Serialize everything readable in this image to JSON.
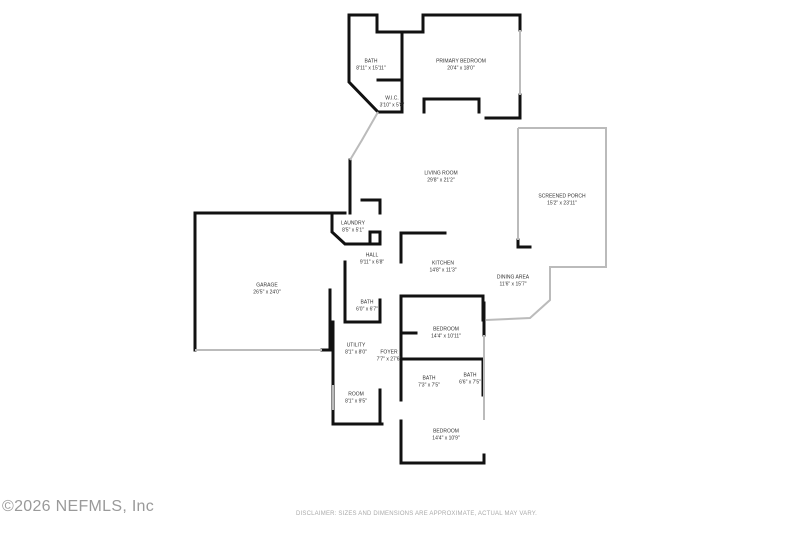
{
  "rooms": [
    {
      "name": "BATH",
      "dims": "8'11\" x 15'11\""
    },
    {
      "name": "PRIMARY BEDROOM",
      "dims": "20'4\" x 18'0\""
    },
    {
      "name": "W.I.C.",
      "dims": "3'10\" x 5'8\""
    },
    {
      "name": "LIVING ROOM",
      "dims": "29'8\" x 21'2\""
    },
    {
      "name": "SCREENED PORCH",
      "dims": "15'2\" x 23'11\""
    },
    {
      "name": "LAUNDRY",
      "dims": "8'5\" x 5'1\""
    },
    {
      "name": "HALL",
      "dims": "9'11\" x 6'8\""
    },
    {
      "name": "KITCHEN",
      "dims": "14'8\" x 11'3\""
    },
    {
      "name": "DINING AREA",
      "dims": "11'6\" x 15'7\""
    },
    {
      "name": "GARAGE",
      "dims": "26'5\" x 24'0\""
    },
    {
      "name": "BATH",
      "dims": "6'0\" x 6'7\""
    },
    {
      "name": "BEDROOM",
      "dims": "14'4\" x 10'11\""
    },
    {
      "name": "UTILITY",
      "dims": "8'1\" x 8'0\""
    },
    {
      "name": "FOYER",
      "dims": "7'7\" x 27'6\""
    },
    {
      "name": "BATH",
      "dims": "7'3\" x 7'5\""
    },
    {
      "name": "BATH",
      "dims": "6'6\" x 7'5\""
    },
    {
      "name": "ROOM",
      "dims": "8'1\" x 9'5\""
    },
    {
      "name": "BEDROOM",
      "dims": "14'4\" x 10'9\""
    }
  ],
  "copyright": "©2026 NEFMLS, Inc",
  "disclaimer": "DISCLAIMER: SIZES AND DIMENSIONS ARE APPROXIMATE, ACTUAL MAY VARY."
}
